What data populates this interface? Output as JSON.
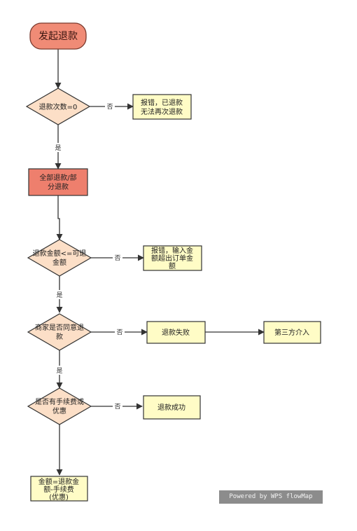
{
  "colors": {
    "start_fill": "#f08b76",
    "start_stroke": "#7a3a2e",
    "decision_fill": "#fcdfc7",
    "process_red_fill": "#ee7f6d",
    "process_yellow_fill": "#fffcc6",
    "stroke": "#333333",
    "watermark_bg": "#8c8c8c"
  },
  "nodes": {
    "start": {
      "line1": "发起退款"
    },
    "d1": {
      "line1": "退款次数=0"
    },
    "err1": {
      "line1": "报错，已退款",
      "line2": "无法再次退款"
    },
    "full_partial": {
      "line1": "全部退款/部",
      "line2": "分退款"
    },
    "d2": {
      "line1": "退款金额<=可退",
      "line2": "金额"
    },
    "err2": {
      "line1": "报错，输入金",
      "line2": "额超出订单金",
      "line3": "额"
    },
    "d3": {
      "line1": "商家是否同意退",
      "line2": "款"
    },
    "fail": {
      "line1": "退款失败"
    },
    "third": {
      "line1": "第三方介入"
    },
    "d4": {
      "line1": "是否有手续费或",
      "line2": "优惠"
    },
    "success": {
      "line1": "退款成功"
    },
    "final": {
      "line1": "金额=退款金",
      "line2": "额-手续费",
      "line3": "(优惠)"
    }
  },
  "edge_labels": {
    "no": "否",
    "yes": "是"
  },
  "watermark": "Powered by WPS flowMap"
}
